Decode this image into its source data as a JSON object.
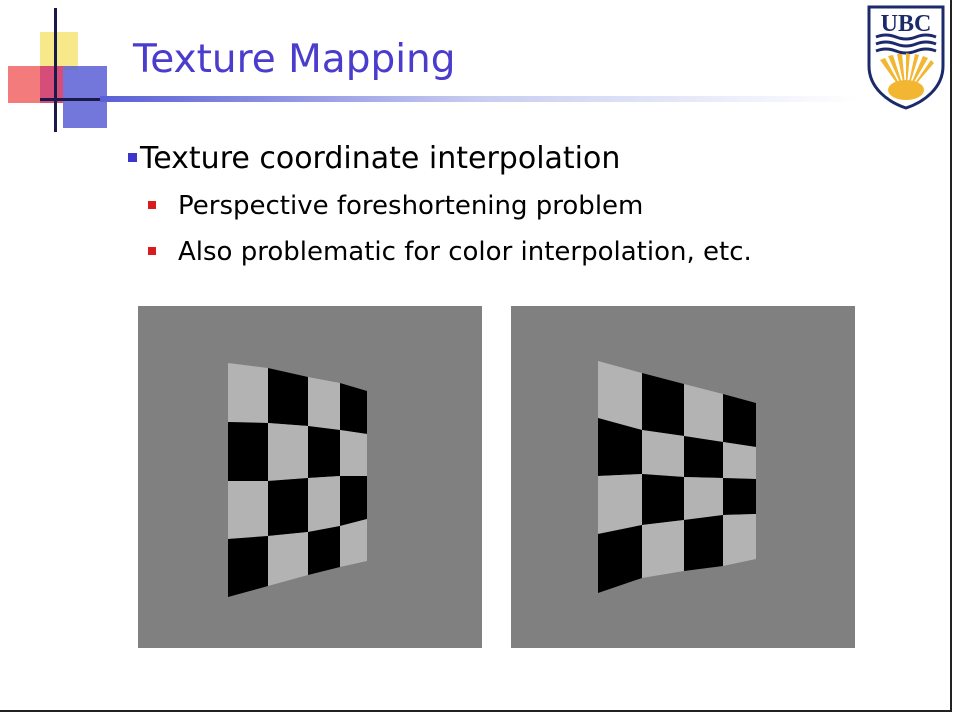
{
  "slide": {
    "title": "Texture Mapping",
    "bullet_main": "Texture coordinate interpolation",
    "sub_bullets": [
      "Perspective foreshortening problem",
      "Also problematic for color interpolation, etc."
    ]
  },
  "logo": {
    "text": "UBC"
  },
  "figures": [
    {
      "name": "incorrect-interpolation-checkerboard"
    },
    {
      "name": "correct-interpolation-checkerboard"
    }
  ],
  "colors": {
    "title": "#4a3ccc",
    "main_bullet": "#3c36cc",
    "sub_bullet": "#d61c1c",
    "figure_background": "#808080",
    "checker_light": "#b3b3b3",
    "checker_dark": "#000000",
    "logo_blue": "#1c2a6b",
    "logo_gold": "#f2b632"
  }
}
